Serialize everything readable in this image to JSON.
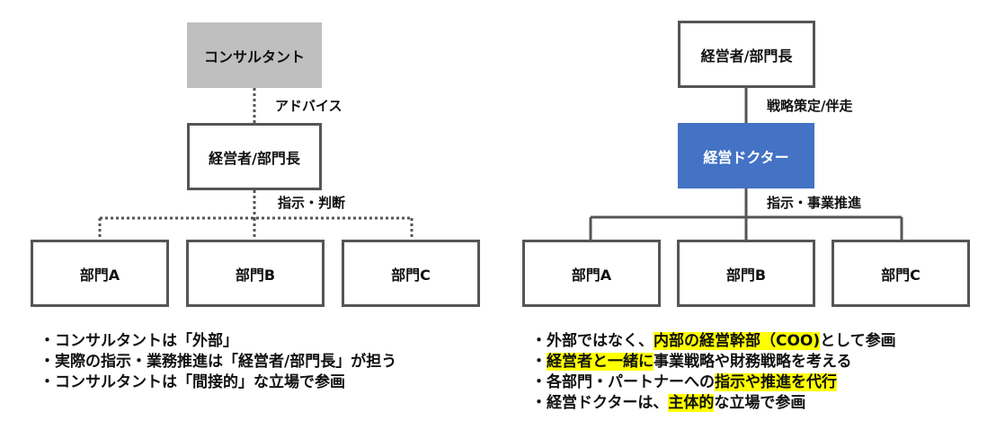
{
  "left": {
    "top_box": "コンサルタント",
    "top_edge_label": "アドバイス",
    "mid_box": "経営者/部門長",
    "mid_edge_label": "指示・判断",
    "departments": [
      "部門A",
      "部門B",
      "部門C"
    ],
    "notes": [
      "・コンサルタントは「外部」",
      "・実際の指示・業務推進は「経営者/部門長」が担う",
      "・コンサルタントは「間接的」な立場で参画"
    ]
  },
  "right": {
    "top_box": "経営者/部門長",
    "top_edge_label": "戦略策定/伴走",
    "mid_box": "経営ドクター",
    "mid_edge_label": "指示・事業推進",
    "departments": [
      "部門A",
      "部門B",
      "部門C"
    ],
    "notes": [
      {
        "prefix": "・外部ではなく、",
        "hl": "内部の経営幹部（COO)",
        "suffix": "として参画"
      },
      {
        "prefix": "・",
        "hl": "経営者と一緒に",
        "suffix": "事業戦略や財務戦略を考える"
      },
      {
        "prefix": "・各部門・パートナーへの",
        "hl": "指示や推進を代行",
        "suffix": ""
      },
      {
        "prefix": "・経営ドクターは、",
        "hl": "主体的",
        "suffix": "な立場で参画"
      }
    ]
  },
  "colors": {
    "line": "#555555",
    "consultant_fill": "#bfbfbf",
    "doctor_fill": "#4472c4",
    "highlight": "#ffff00"
  }
}
